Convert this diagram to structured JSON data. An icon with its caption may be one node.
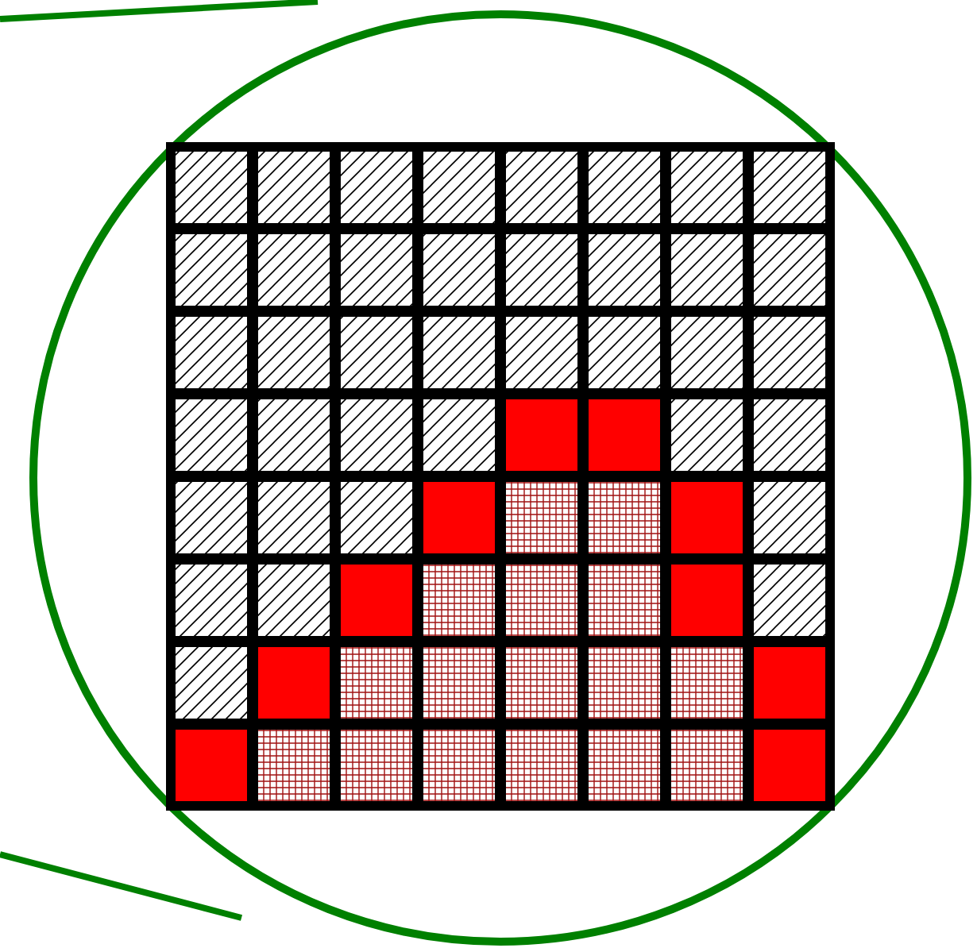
{
  "diagram": {
    "nodes": [
      {
        "text": [],
        "shape": "circle"
      },
      {
        "text": [],
        "shape": "box",
        "in": 0
      }
    ]
  }
}
